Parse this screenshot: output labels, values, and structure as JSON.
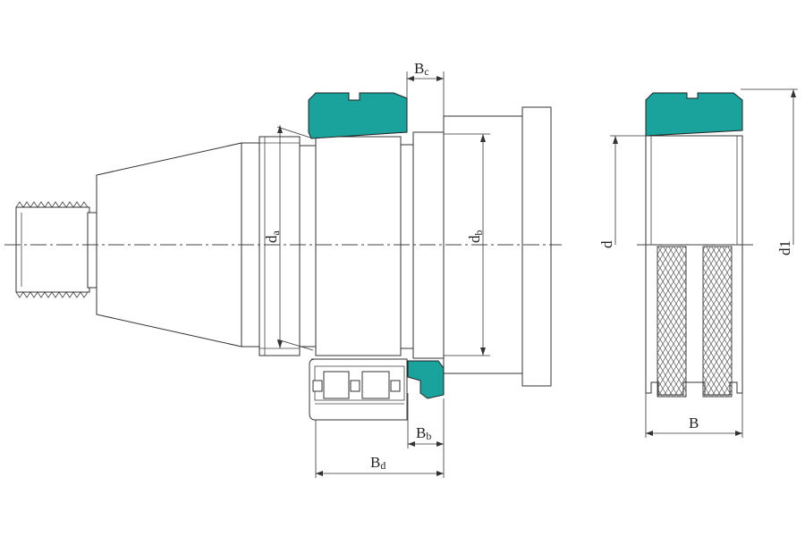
{
  "colors": {
    "seal": "#1aa39c",
    "line": "#333333",
    "background": "#ffffff"
  },
  "labels": {
    "bc": {
      "main": "B",
      "sub": "c"
    },
    "bb": {
      "main": "B",
      "sub": "b"
    },
    "bd": {
      "main": "B",
      "sub": "d"
    },
    "da": {
      "main": "d",
      "sub": "a"
    },
    "db": {
      "main": "d",
      "sub": "b"
    },
    "d": "d",
    "d1": "d1",
    "b": "B"
  }
}
